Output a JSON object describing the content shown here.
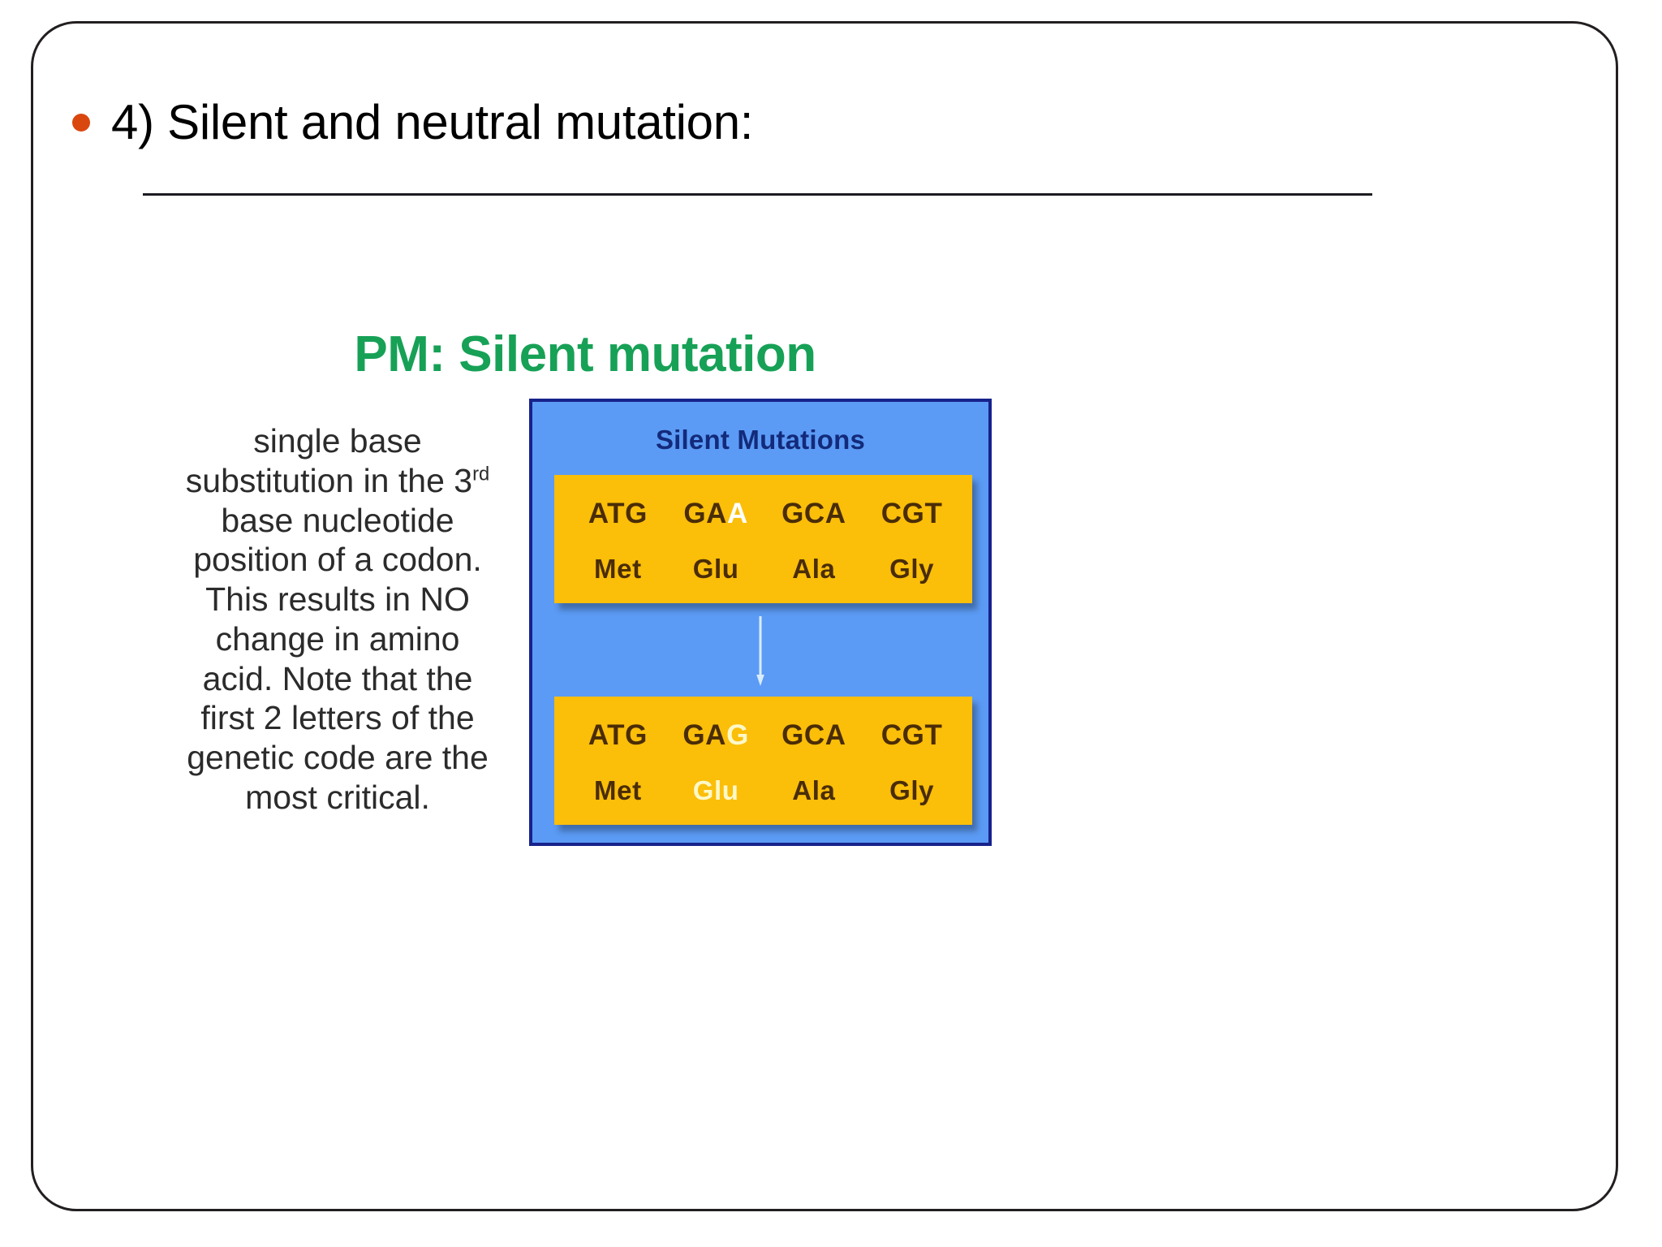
{
  "slide": {
    "bullet_heading": "4) Silent and neutral mutation:",
    "bullet_icon": "bullet-dot-icon",
    "green_heading": "PM: Silent mutation",
    "description_lines": [
      "single base",
      "substitution in the 3",
      "base nucleotide",
      "position of a codon.",
      "This results in NO",
      "change in amino",
      "acid.  Note that the",
      "first 2 letters of the",
      "genetic code are the",
      "most critical."
    ],
    "description_ordinal_suffix": "rd",
    "description_full": "single base substitution in the 3rd base nucleotide position of a codon. This results in NO change in amino acid.  Note that the first 2 letters of the genetic code are the most critical."
  },
  "diagram": {
    "title": "Silent Mutations",
    "arrow_icon": "down-arrow-icon",
    "panel_color": "#5b9bf5",
    "panel_border_color": "#17228c",
    "box_color": "#fbbe09",
    "text_color": "#4a2d06",
    "highlight_white": "#ffffff",
    "highlight_cream": "#fdf8c8",
    "before": {
      "nucleotides": [
        "ATG",
        "GA",
        "GCA",
        "CGT"
      ],
      "mutated_base": "A",
      "mutated_index": 1,
      "amino_acids": [
        "Met",
        "Glu",
        "Ala",
        "Gly"
      ],
      "highlighted_amino_index": -1
    },
    "after": {
      "nucleotides": [
        "ATG",
        "GA",
        "GCA",
        "CGT"
      ],
      "mutated_base": "G",
      "mutated_index": 1,
      "amino_acids": [
        "Met",
        "Glu",
        "Ala",
        "Gly"
      ],
      "highlighted_amino_index": 1
    }
  }
}
